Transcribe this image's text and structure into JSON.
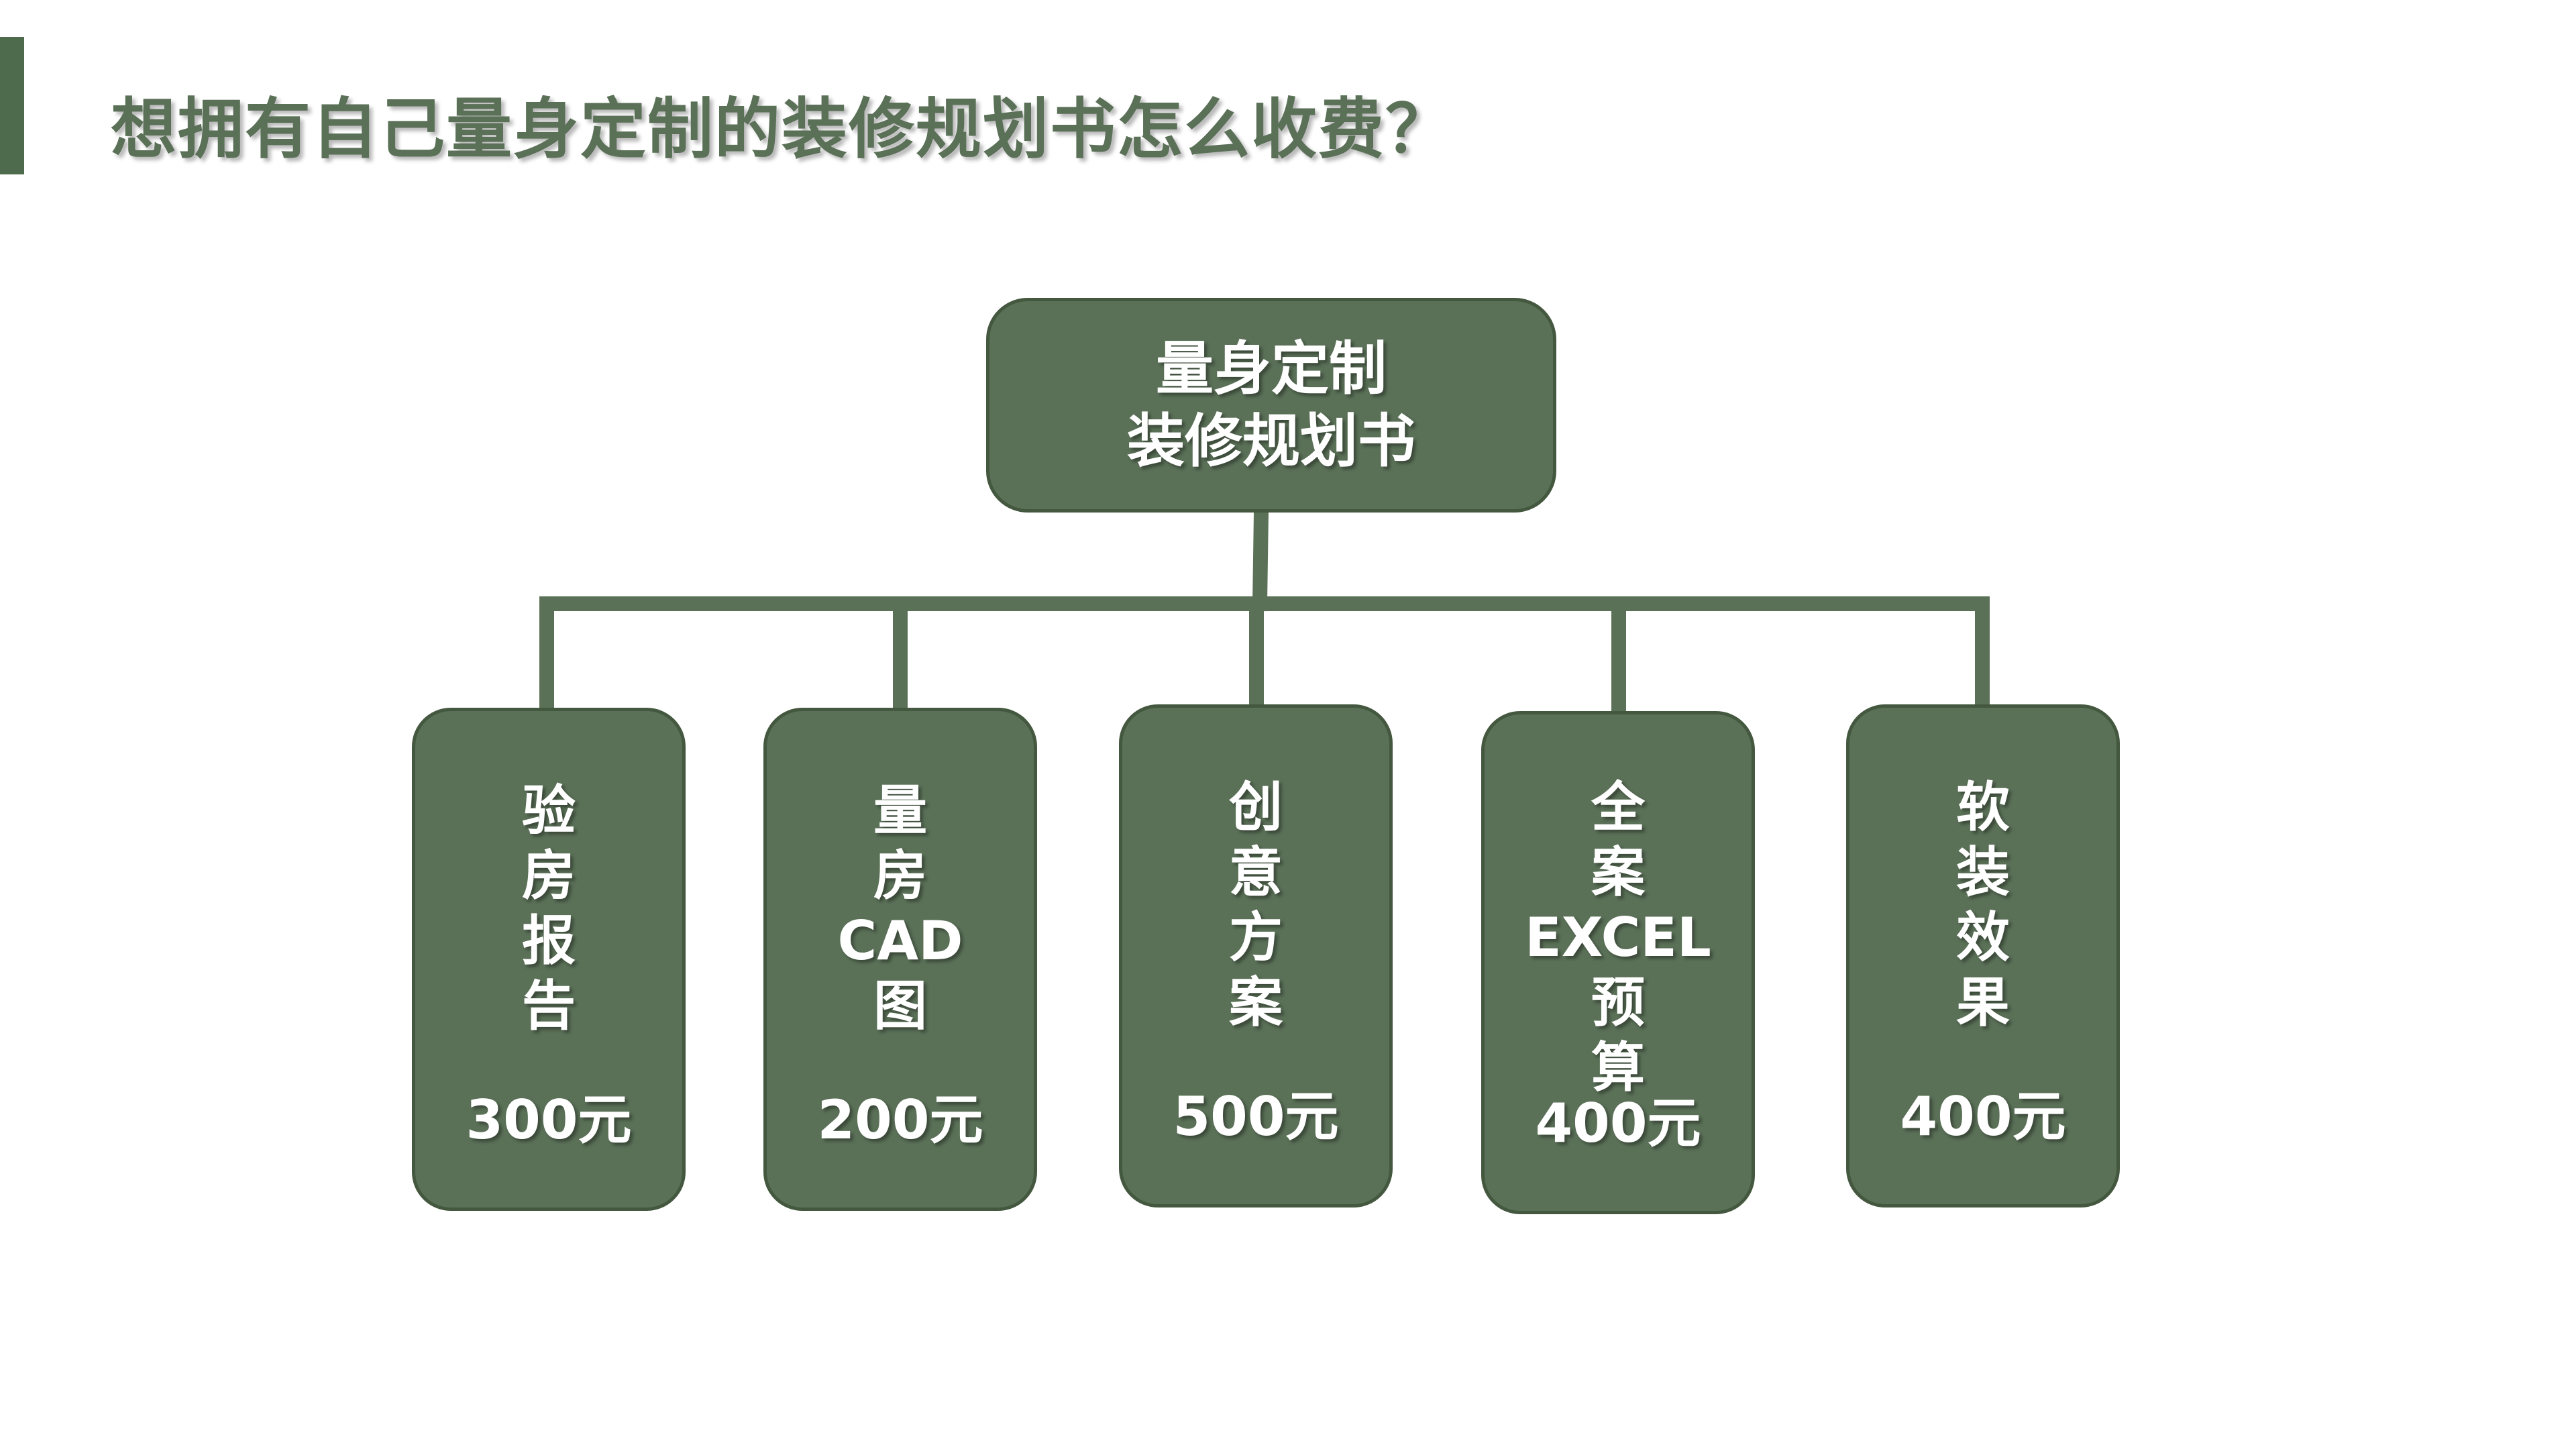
{
  "title": "想拥有自己量身定制的装修规划书怎么收费？",
  "colors": {
    "accent": "#4f6b4d",
    "box_fill": "#5a7057",
    "box_border": "#44573f",
    "connector": "#5a7057",
    "title_text": "#5a7057",
    "box_text": "#ffffff"
  },
  "root": {
    "lines": [
      "量身定制",
      "装修规划书"
    ]
  },
  "children": [
    {
      "lines": [
        "验",
        "房",
        "报",
        "告"
      ],
      "price": "300元"
    },
    {
      "lines": [
        "量",
        "房",
        "CAD",
        "图"
      ],
      "price": "200元"
    },
    {
      "lines": [
        "创",
        "意",
        "方",
        "案"
      ],
      "price": "500元"
    },
    {
      "lines": [
        "全",
        "案",
        "EXCEL",
        "预",
        "算"
      ],
      "price": "400元"
    },
    {
      "lines": [
        "软",
        "装",
        "效",
        "果"
      ],
      "price": "400元"
    }
  ]
}
